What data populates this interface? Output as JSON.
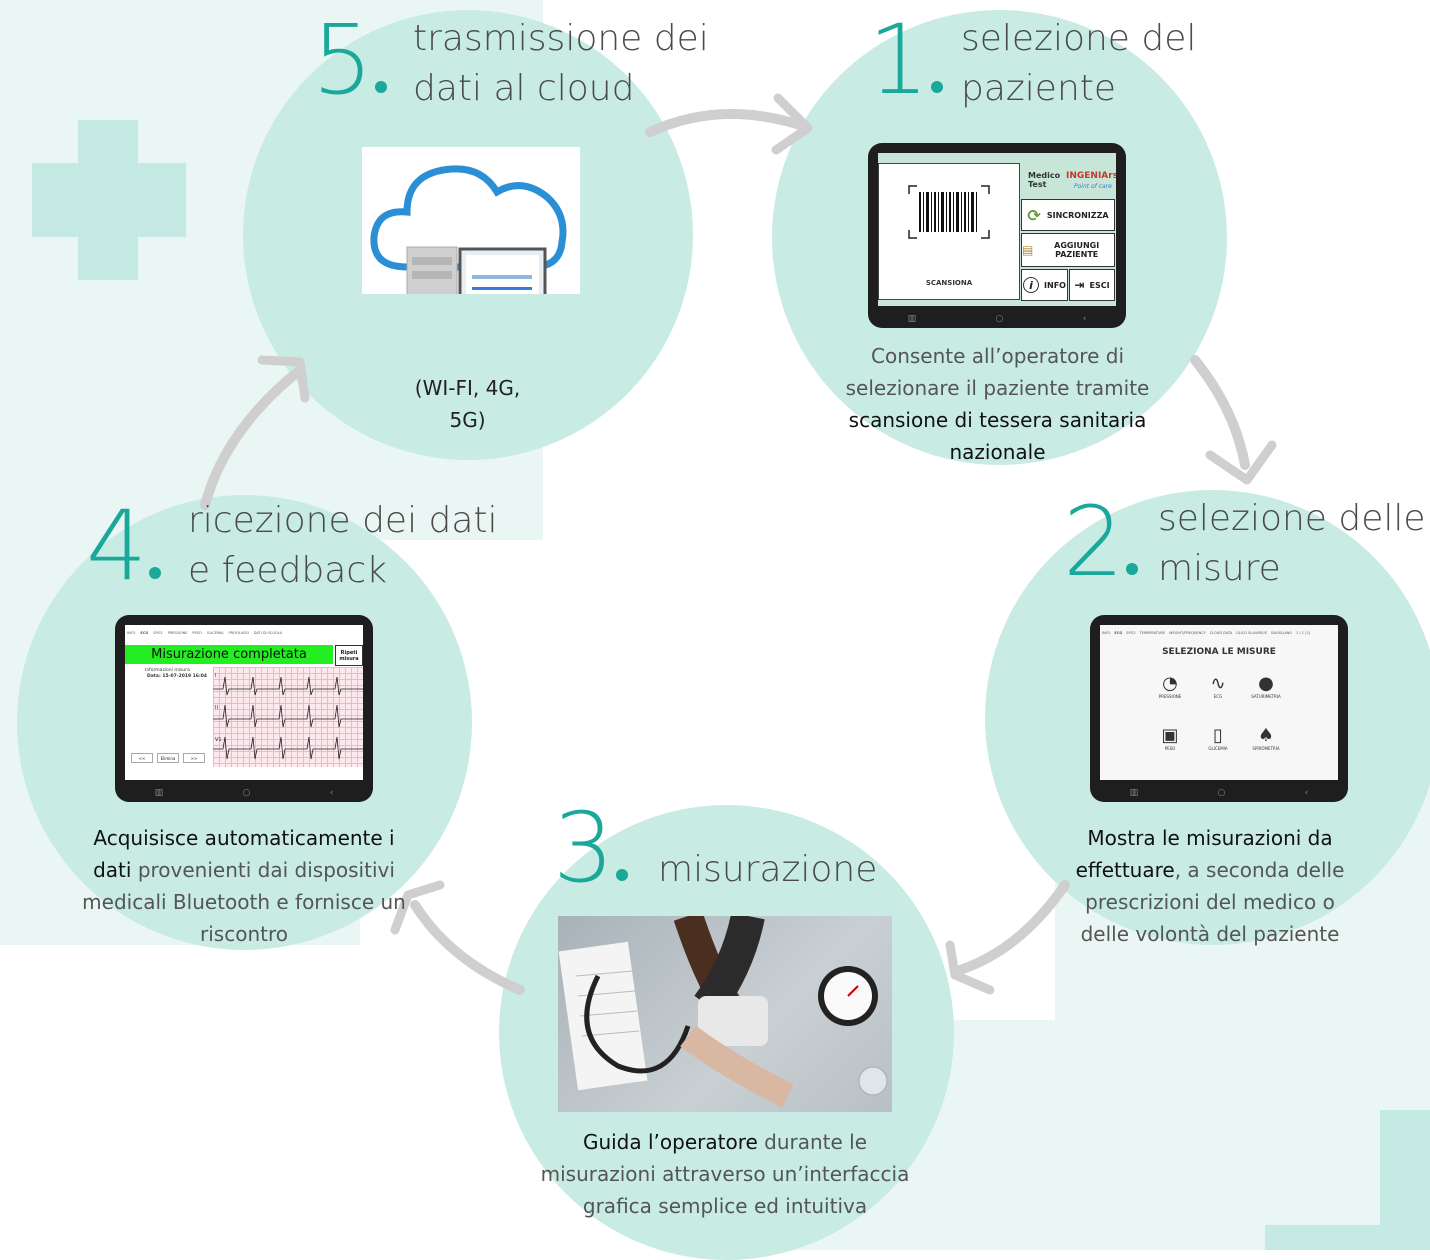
{
  "steps": [
    {
      "number": "1",
      "title_l1": "selezione del",
      "title_l2": "paziente",
      "desc_bold": "scansione di tessera sanitaria nazionale",
      "desc_pre": "Consente all’operatore di selezionare il paziente tramite",
      "screen": {
        "user": "Medico Test",
        "logo": "INGENIArs",
        "logo_sub": "Point of care",
        "scan_label": "SCANSIONA",
        "sync": "SINCRONIZZA",
        "add": "AGGIUNGI PAZIENTE",
        "info": "INFO",
        "exit": "ESCI"
      }
    },
    {
      "number": "2",
      "title_l1": "selezione delle",
      "title_l2": "misure",
      "desc_bold": "Mostra le misurazioni da effettuare",
      "desc_post": ", a seconda delle prescrizioni del medico o delle volontà del paziente",
      "screen": {
        "heading": "SELEZIONA LE MISURE",
        "tabs": [
          "INFO",
          "ECG",
          "SPO2",
          "TEMPERATURE",
          "WEIGHT/FREQUENCY",
          "CLOUD DATA",
          "GLICO SLAUREUS",
          "SAVIGLIANO",
          "1 / 1 (2)"
        ],
        "items": [
          "PRESSIONE",
          "ECG",
          "SATURIMETRIA",
          "PESO",
          "GLICEMIA",
          "SPIROMETRIA"
        ]
      }
    },
    {
      "number": "3",
      "title_l1": "misurazione",
      "desc_bold": "Guida l’operatore",
      "desc_post": " durante le misurazioni attraverso un’interfaccia grafica semplice ed intuitiva"
    },
    {
      "number": "4",
      "title_l1": "ricezione dei dati",
      "title_l2": "e feedback",
      "desc_bold": "Acquisisce automaticamente i dati",
      "desc_post": " provenienti dai dispositivi medicali Bluetooth e fornisce un riscontro",
      "screen": {
        "tabs": [
          "INFO",
          "ECG",
          "SPO2",
          "PRESSIONE",
          "PESO",
          "GLICEMIA",
          "PROFILASSI",
          "DATI DI SCUOLA"
        ],
        "banner": "Misurazione completata",
        "repeat": "Ripeti misura",
        "info_title": "Informazioni misura",
        "info_date": "Data: 15-07-2019 16:04",
        "leads": [
          "I",
          "II",
          "V1"
        ],
        "btns": [
          "<<",
          "Elimina",
          ">>"
        ]
      }
    },
    {
      "number": "5",
      "title_l1": "trasmissione dei",
      "title_l2": "dati al cloud",
      "desc": "(WI-FI, 4G, 5G)"
    }
  ],
  "colors": {
    "accent": "#1aa89a",
    "circle": "#c8ebe3",
    "background": "#eaf6f3",
    "arrow": "#cfcfcf"
  }
}
